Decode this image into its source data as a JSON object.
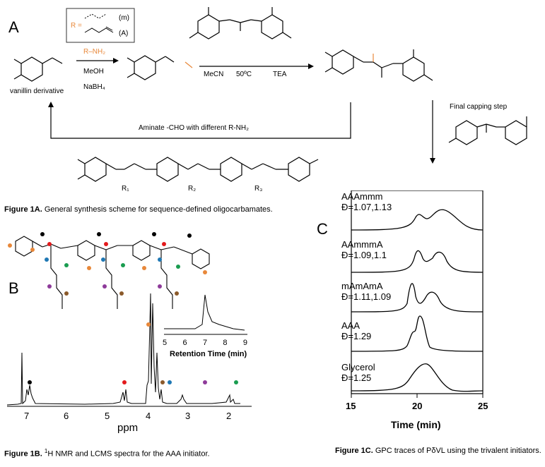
{
  "panelA": {
    "letter": "A",
    "r_label": "R =",
    "r_m": "(m)",
    "r_A": "(A)",
    "reagent1": "R–NH₂",
    "reagent2": "MeOH",
    "reagent3": "NaBH₄",
    "vanillin_label": "vanillin derivative",
    "cond_solvent": "MeCN",
    "cond_temp": "50ºC",
    "cond_base": "TEA",
    "capping_label": "Final capping step",
    "aminate_label": "Aminate -CHO with different R-NH₂",
    "R1": "R₁",
    "R2": "R₂",
    "R3": "R₃",
    "caption_bold": "Figure 1A.",
    "caption_rest": " General synthesis scheme for sequence-defined oligocarbamates."
  },
  "panelB": {
    "letter": "B",
    "ppm_label": "ppm",
    "ppm_ticks": [
      "7",
      "6",
      "5",
      "4",
      "3",
      "2"
    ],
    "inset_ticks": [
      "5",
      "6",
      "7",
      "8",
      "9"
    ],
    "inset_xlabel": "Retention Time (min)",
    "caption_bold": "Figure 1B.",
    "caption_sup": "1",
    "caption_rest": "H NMR and LCMS spectra for the AAA initiator."
  },
  "panelC": {
    "letter": "C",
    "traces": [
      {
        "name": "AAAmmm",
        "dispersity": "Đ=1.07,1.13"
      },
      {
        "name": "AAmmmA",
        "dispersity": "Đ=1.09,1.1"
      },
      {
        "name": "mAmAmA",
        "dispersity": "Đ=1.11,1.09"
      },
      {
        "name": "AAA",
        "dispersity": "Đ=1.29"
      },
      {
        "name": "Glycerol",
        "dispersity": "Đ=1.25"
      }
    ],
    "x_ticks": [
      "15",
      "20",
      "25"
    ],
    "xlabel": "Time (min)",
    "caption_bold": "Figure 1C.",
    "caption_rest": " GPC traces of PδVL using the trivalent initiators."
  },
  "colors": {
    "orange": "#e8883a",
    "red": "#e31a1c",
    "blue": "#1f78b4",
    "green": "#1a9c50",
    "purple": "#8e3b9a",
    "brown": "#8b5a2b",
    "black": "#000000"
  }
}
